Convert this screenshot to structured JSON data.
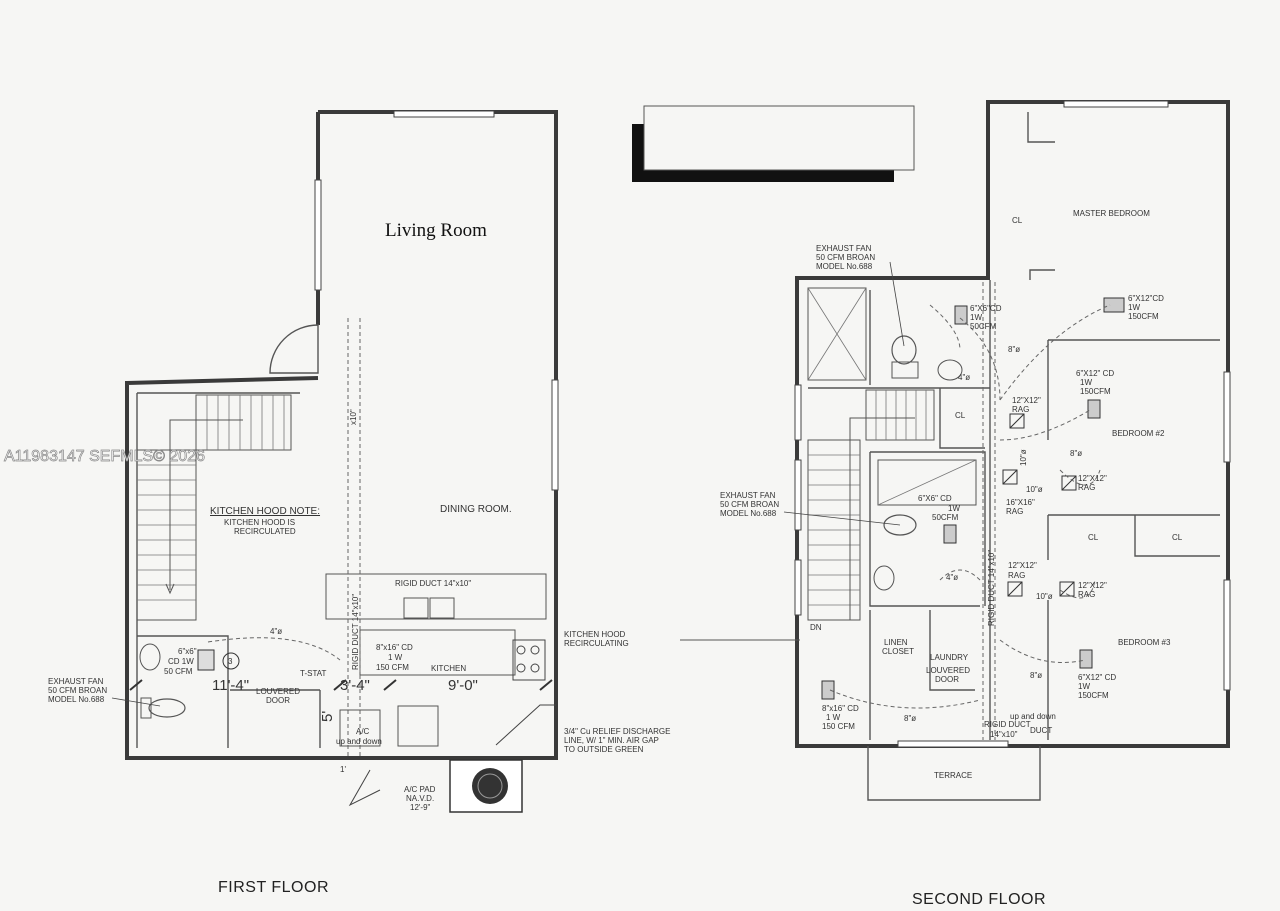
{
  "watermark": "A11983147  SEFMLS© 2026",
  "first_floor": {
    "title": "FIRST FLOOR",
    "living_room": "Living Room",
    "dining_room": "DINING ROOM.",
    "kitchen": "KITCHEN",
    "kitchen_hood_note_title": "KITCHEN HOOD NOTE:",
    "kitchen_hood_note_line1": "KITCHEN HOOD IS",
    "kitchen_hood_note_line2": "RECIRCULATED",
    "rigid_duct_horizontal": "RIGID DUCT 14\"x10\"",
    "rigid_duct_vertical": "RIGID DUCT 14\"x10\"",
    "vertical_duct_10": "x10\"",
    "cd_kitchen_l1": "8\"x16\" CD",
    "cd_kitchen_l2": "1 W",
    "cd_kitchen_l3": "150 CFM",
    "cd_bath_l1": "6\"x6\"",
    "cd_bath_l2": "CD 1W",
    "cd_bath_l3": "50 CFM",
    "circle_num": "3",
    "four_phi": "4\"ø",
    "tstat": "T-STAT",
    "louvered_l1": "LOUVERED",
    "louvered_l2": "DOOR",
    "dim_11_4": "11'-4\"",
    "dim_3_4": "3'-4\"",
    "dim_9_0": "9'-0\"",
    "dim_5": "5'",
    "dim_1": "1'",
    "ac": "A/C",
    "up_down": "up and down",
    "exhaust_fan_l1": "EXHAUST FAN",
    "exhaust_fan_l2": "50 CFM BROAN",
    "exhaust_fan_l3": "MODEL No.688",
    "kitchen_hood_recirc_l1": "KITCHEN HOOD",
    "kitchen_hood_recirc_l2": "RECIRCULATING",
    "relief_l1": "3/4\" Cu RELIEF DISCHARGE",
    "relief_l2": "LINE, W/ 1\" MIN. AIR GAP",
    "relief_l3": "TO OUTSIDE GREEN",
    "ac_pad_l1": "A/C PAD",
    "ac_pad_l2": "NA.V.D.",
    "ac_pad_l3": "12'-9\""
  },
  "second_floor": {
    "title": "SECOND FLOOR",
    "master_bedroom": "MASTER BEDROOM",
    "bedroom2": "BEDROOM #2",
    "bedroom3": "BEDROOM #3",
    "terrace": "TERRACE",
    "cl": "CL",
    "dn": "DN",
    "linen_l1": "LINEN",
    "linen_l2": "CLOSET",
    "laundry": "LAUNDRY",
    "louvered_l1": "LOUVERED",
    "louvered_l2": "DOOR",
    "exhaust_fan_l1": "EXHAUST FAN",
    "exhaust_fan_l2": "50 CFM BROAN",
    "exhaust_fan_l3": "MODEL No.688",
    "cd_bath1_l1": "6\"X6\"CD",
    "cd_bath1_l2": "1W",
    "cd_bath1_l3": "50CFM",
    "cd_bath2_l1": "6\"X6\" CD",
    "cd_bath2_l2": "1W",
    "cd_bath2_l3": "50CFM",
    "cd_master_l1": "6\"X12\"CD",
    "cd_master_l2": "1W",
    "cd_master_l3": "150CFM",
    "cd_bed2_l1": "6\"X12\" CD",
    "cd_bed2_l2": "1W",
    "cd_bed2_l3": "150CFM",
    "cd_bed3_l1": "6\"X12\" CD",
    "cd_bed3_l2": "1W",
    "cd_bed3_l3": "150CFM",
    "cd_hall_l1": "8\"x16\" CD",
    "cd_hall_l2": "1 W",
    "cd_hall_l3": "150 CFM",
    "rag_a_l1": "12\"X12\"",
    "rag_a_l2": "RAG",
    "rag_b_l1": "16\"X16\"",
    "rag_b_l2": "RAG",
    "rag_c_l1": "12\"X12\"",
    "rag_c_l2": "RAG",
    "rag_d_l1": "12\"X12\"",
    "rag_d_l2": "RAG",
    "rag_e_l1": "12\"X12\"",
    "rag_e_l2": "RAG",
    "eight_phi": "8\"ø",
    "ten_phi": "10\"ø",
    "four_phi": "4\"ø",
    "rigid_duct_vertical": "RIGID DUCT 14\"x10\"",
    "rigid_duct_bottom_l1": "RIGID DUCT",
    "rigid_duct_bottom_l2": "14\"x10\"",
    "up_down_l1": "up and down",
    "up_down_l2": "DUCT"
  }
}
